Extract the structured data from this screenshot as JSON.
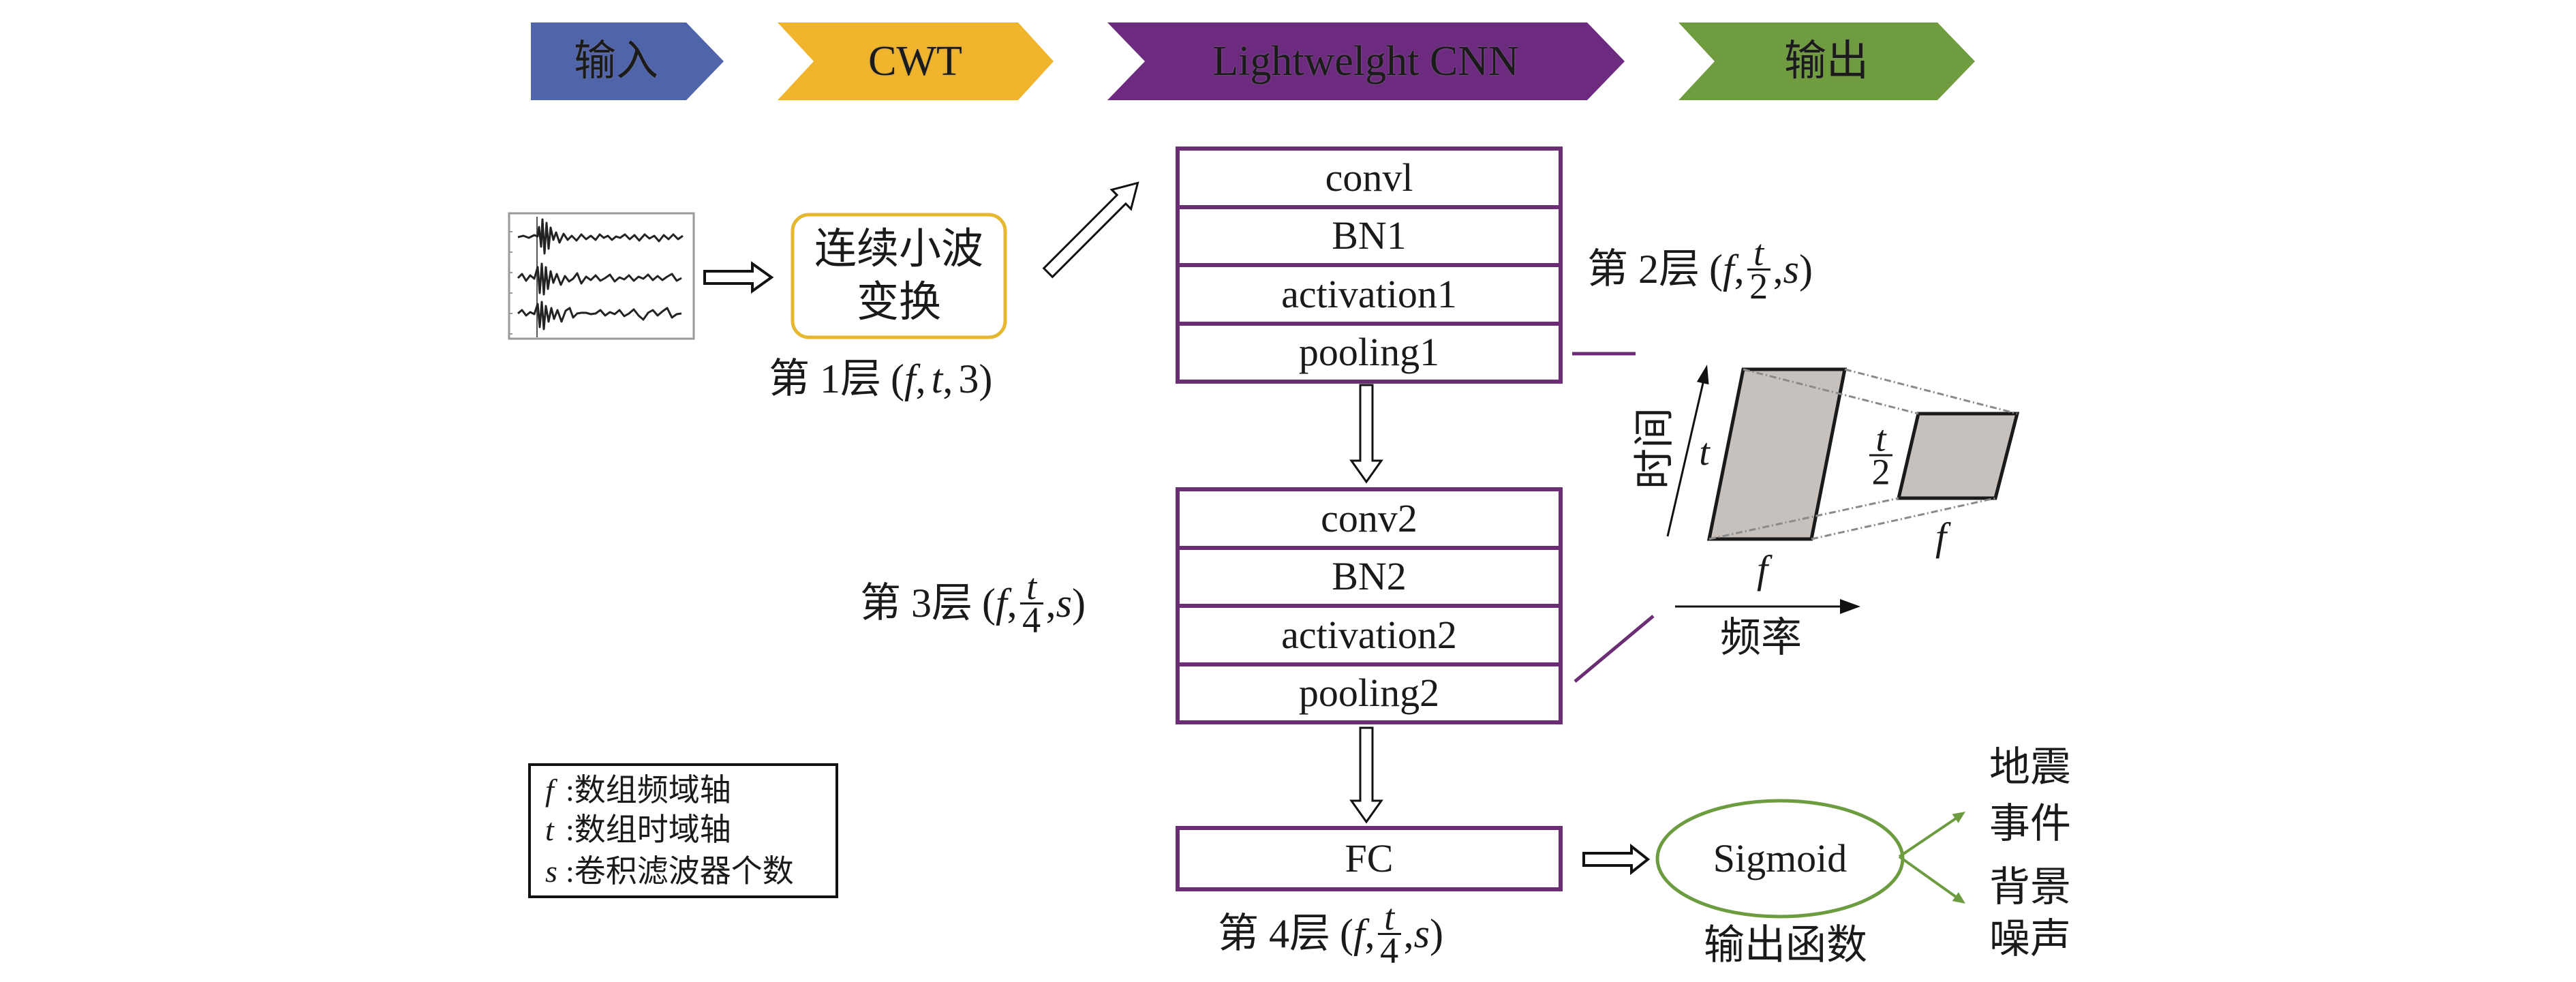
{
  "pipeline": {
    "steps": [
      {
        "label": "输入",
        "color": "#5064aa"
      },
      {
        "label": "CWT",
        "color": "#f0b52c"
      },
      {
        "label": "Lightwelght CNN",
        "color": "#6c2b7e"
      },
      {
        "label": "输出",
        "color": "#6f9c3f"
      }
    ]
  },
  "input_signal": {
    "icon": "seismic-waveform-icon",
    "trace_count": 3
  },
  "cwt": {
    "lines": [
      "连续小波",
      "变换"
    ]
  },
  "layer1": {
    "prefix": "第 1层",
    "open": "(",
    "f": "f",
    "comma": ",",
    "t": "t",
    "n": "3",
    "close": ")"
  },
  "layer2": {
    "prefix": "第 2层",
    "open": "(",
    "f": "f",
    "comma": ",",
    "num": "t",
    "den": "2",
    "s": "s",
    "close": ")"
  },
  "layer3": {
    "prefix": "第 3层",
    "open": "(",
    "f": "f",
    "comma": ",",
    "num": "t",
    "den": "4",
    "s": "s",
    "close": ")"
  },
  "layer4": {
    "prefix": "第 4层",
    "open": "(",
    "f": "f",
    "comma": ",",
    "num": "t",
    "den": "4",
    "s": "s",
    "close": ")"
  },
  "cnn_block_1": {
    "rows": [
      "convl",
      "BN1",
      "activation1",
      "pooling1"
    ]
  },
  "cnn_block_2": {
    "rows": [
      "conv2",
      "BN2",
      "activation2",
      "pooling2"
    ]
  },
  "fc": {
    "label": "FC"
  },
  "sigmoid": {
    "label": "Sigmoid",
    "caption": "输出函数"
  },
  "outputs": [
    {
      "lines": [
        "地震",
        "事件"
      ]
    },
    {
      "lines": [
        "背景",
        "噪声"
      ]
    }
  ],
  "pooling_illustration": {
    "time_axis_label": "时间",
    "freq_axis_label": "频率",
    "input_height": "t",
    "input_width": "f",
    "output_height_num": "t",
    "output_height_den": "2",
    "output_width": "f"
  },
  "legend": {
    "items": [
      {
        "symbol": "f",
        "sep": ":",
        "text": "数组频域轴"
      },
      {
        "symbol": "t",
        "sep": ":",
        "text": "数组时域轴"
      },
      {
        "symbol": "s",
        "sep": ":",
        "text": "卷积滤波器个数"
      }
    ]
  },
  "colors": {
    "cnn_border": "#6b2d73",
    "cwt_border": "#e6b731",
    "sigmoid_border": "#6d9c40",
    "feature_map_fill": "#c7c1be",
    "dashed_projection": "#8a8a8a"
  }
}
